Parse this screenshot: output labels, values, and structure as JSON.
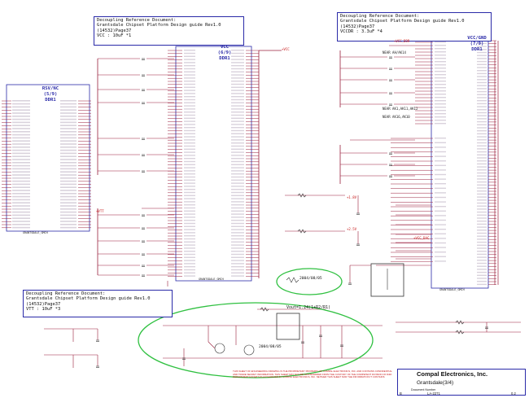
{
  "notes": {
    "top_center": [
      "Decoupling Reference Document:",
      "Grantsdale Chipset Platform Design guide Rev1.0",
      "(14532)Page37",
      "VCC : 10uF *1"
    ],
    "top_right": [
      "Decoupling Reference Document:",
      "Grantsdale Chipset Platform Design guide Rev1.0",
      "(14532)Page37",
      "VCCDR : 3.3uF *4"
    ],
    "bottom_left": [
      "Decoupling Reference Document:",
      "Grantsdale Chipset Platform Design guide Rev1.0",
      "(14532)Page37",
      "VTT : 10uF *3"
    ]
  },
  "chips": {
    "left": {
      "title": [
        "RSV/NC",
        "(5/9)",
        "DDR1"
      ],
      "bottom": "GRANTSDALE_GMCH"
    },
    "center": {
      "title": [
        "VCC",
        "(6/9)",
        "DDR1"
      ],
      "bottom": "GRANTSDALE_GMCH"
    },
    "right": {
      "title": [
        "VCC/GND",
        "(7/9)",
        "DDR1"
      ],
      "bottom": "GRANTSDALE_GMCH"
    }
  },
  "annotations": {
    "small_oval": "2004/08/05",
    "large_oval": "2004/08/05",
    "vout_formula": "Vout=1.24(1+R2/R1)",
    "near_pins_1": "NEAR AH/AK14",
    "near_pins_2": "NEAR AK1,AK11,AK12",
    "near_pins_3": "NEAR AK16,AK10"
  },
  "nets": {
    "vcc": "+VCC",
    "vtt": "+VTT",
    "vccdr": "+VCC_DDR",
    "v18": "+1.8V",
    "v25": "+2.5V",
    "vcc_dac": "+VCC_DAC"
  },
  "title_block": {
    "company": "Compal Electronics, Inc.",
    "sheet": "Grantsdale(3/4)",
    "doc_label": "Document Number",
    "doc_number": "LA-2271",
    "size_label": "B",
    "rev": "0.2",
    "disclaimer": "THIS SHEET OF ENGINEERING DRAWING IS THE PROPRIETARY PROPERTY OF COMPAL ELECTRONICS, INC. AND CONTAINS CONFIDENTIAL AND TRADE SECRET INFORMATION. THIS SHEET MAY NOT BE TRANSFERRED FROM THE CUSTODY OF THE COMPETENT DIVISION OF R&D DEPARTMENT EXCEPT AS AUTHORIZED BY COMPAL ELECTRONICS, INC. NEITHER THIS SHEET NOR THE INFORMATION IT CONTAINS"
  },
  "colors": {
    "wire": "#9a1f3c",
    "net_label": "#c81a1a",
    "box": "#2a2aa8",
    "oval": "#2fc040"
  }
}
